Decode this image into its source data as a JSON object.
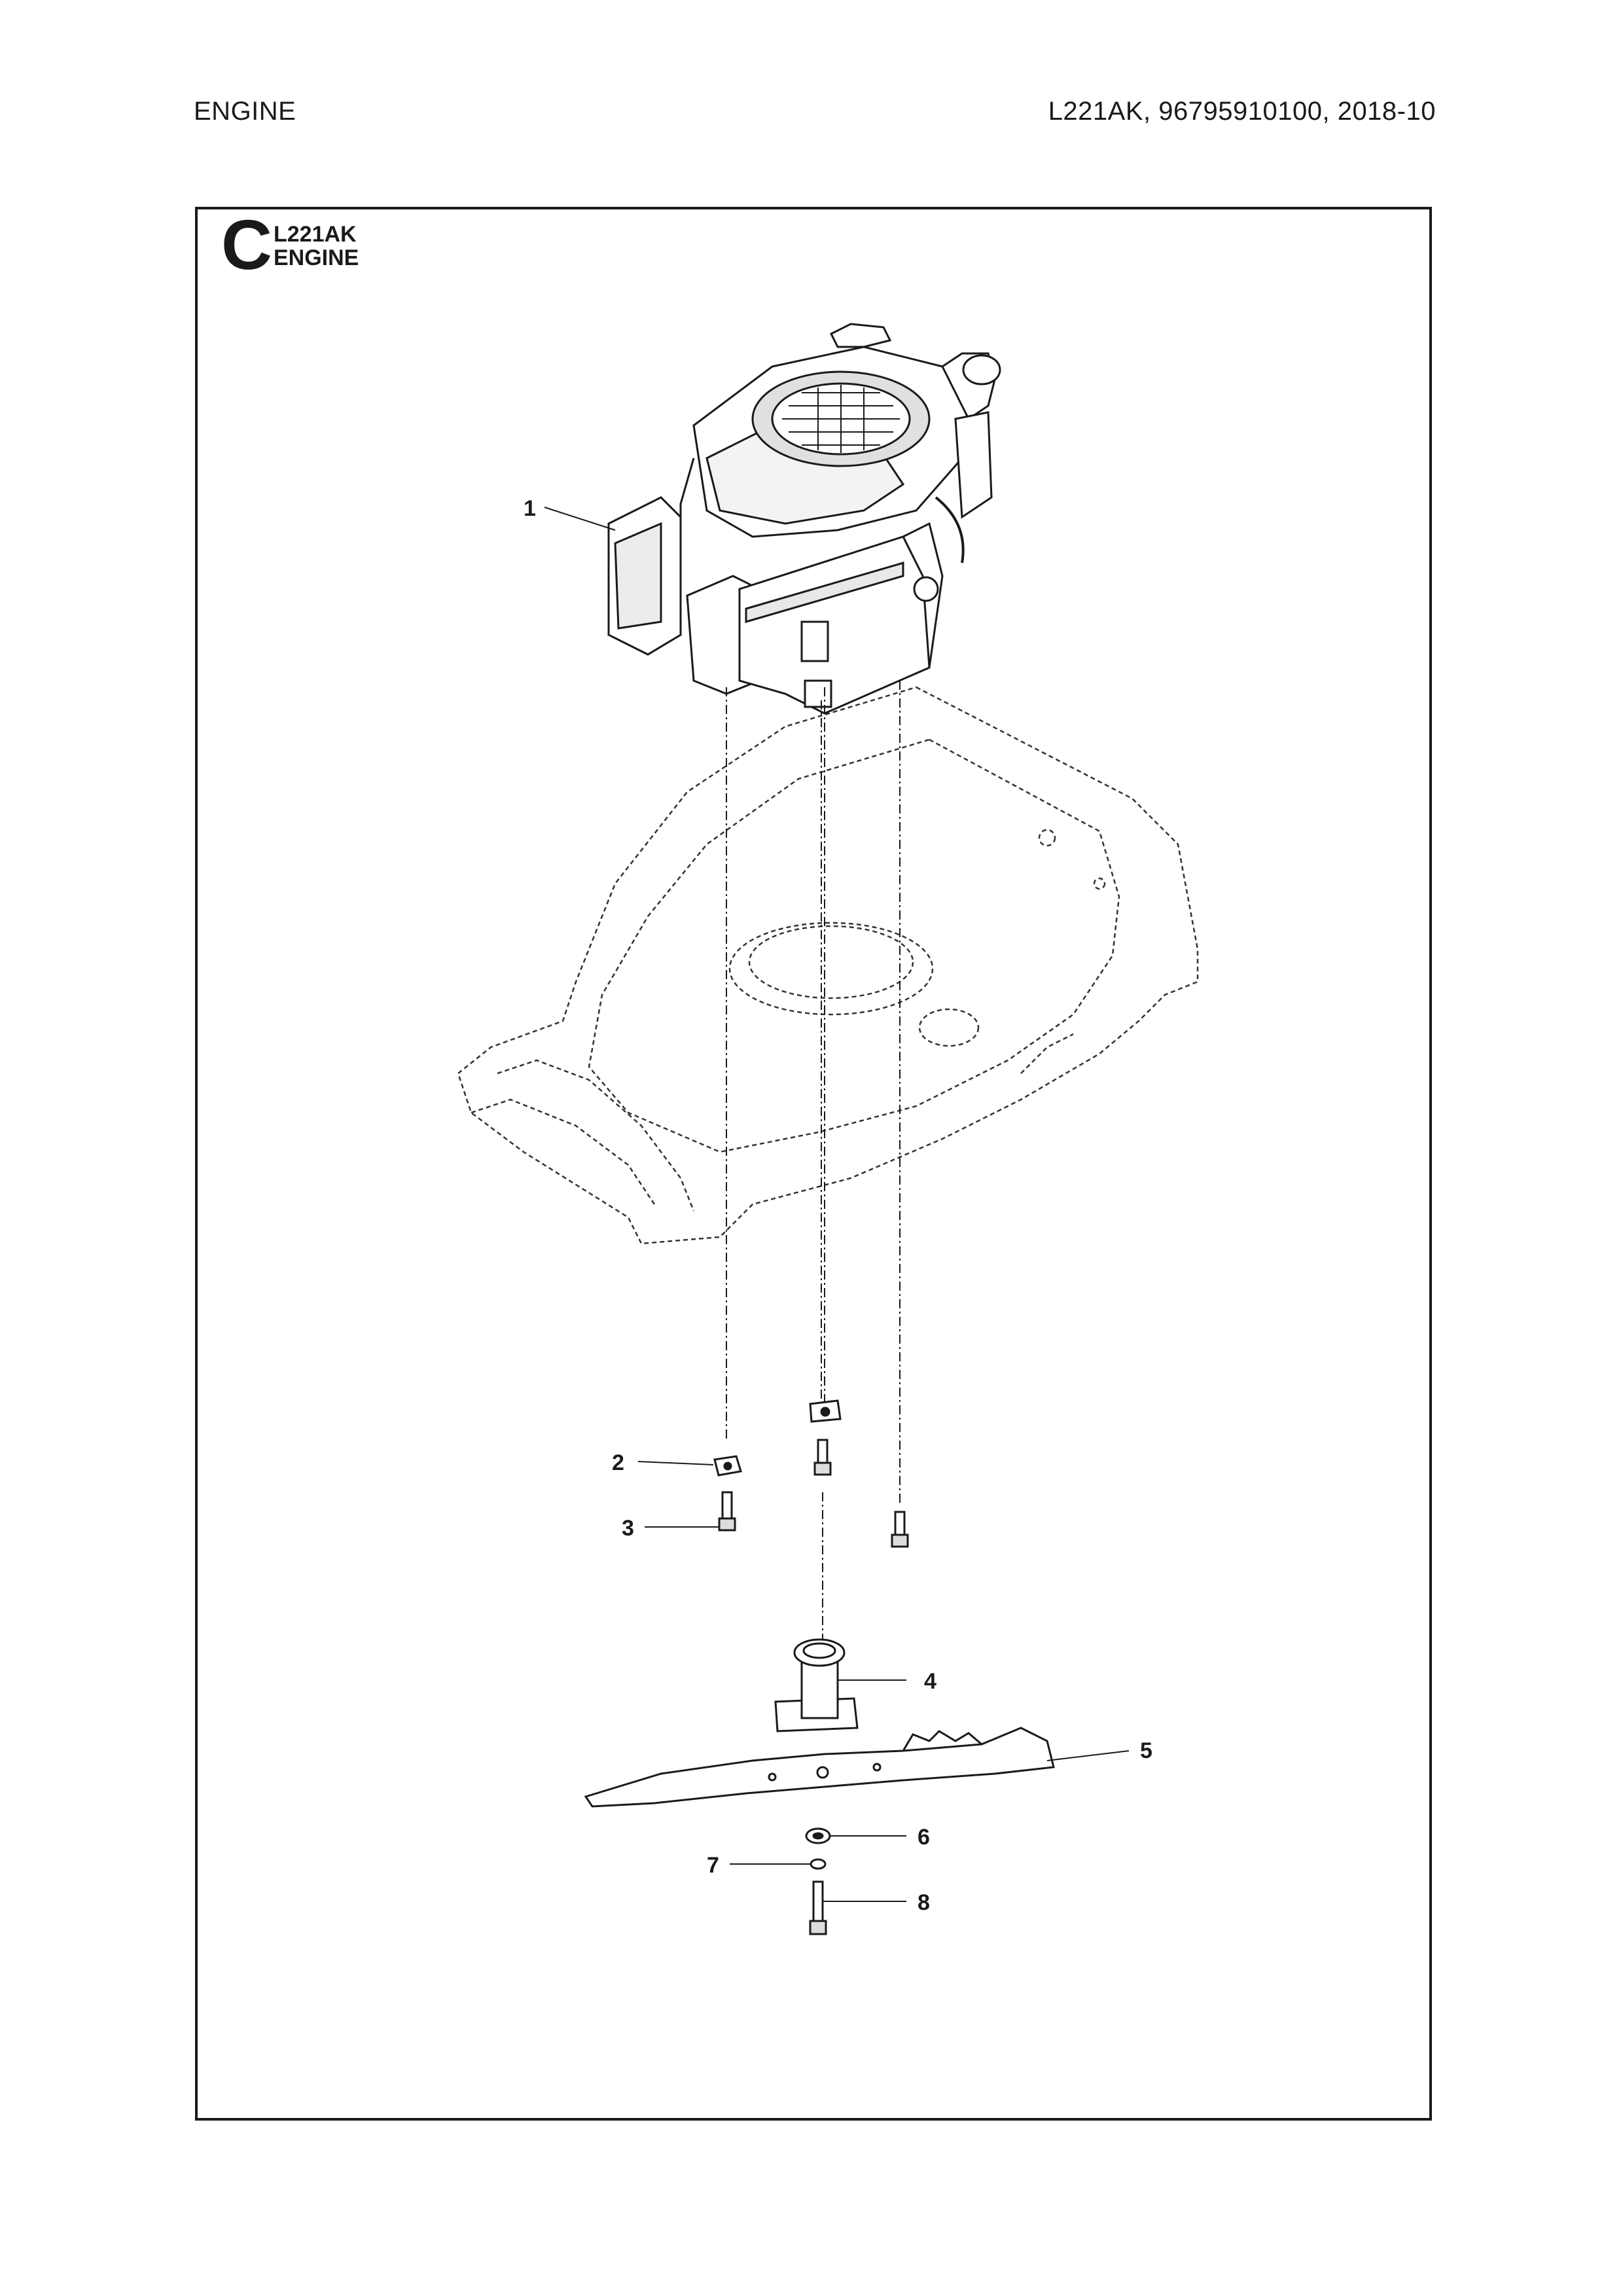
{
  "header": {
    "section": "ENGINE",
    "doc_ref": "L221AK, 96795910100, 2018-10"
  },
  "panel": {
    "letter": "C",
    "model": "L221AK",
    "title": "ENGINE"
  },
  "callouts": [
    {
      "num": "1"
    },
    {
      "num": "2"
    },
    {
      "num": "3"
    },
    {
      "num": "4"
    },
    {
      "num": "5"
    },
    {
      "num": "6"
    },
    {
      "num": "7"
    },
    {
      "num": "8"
    }
  ]
}
